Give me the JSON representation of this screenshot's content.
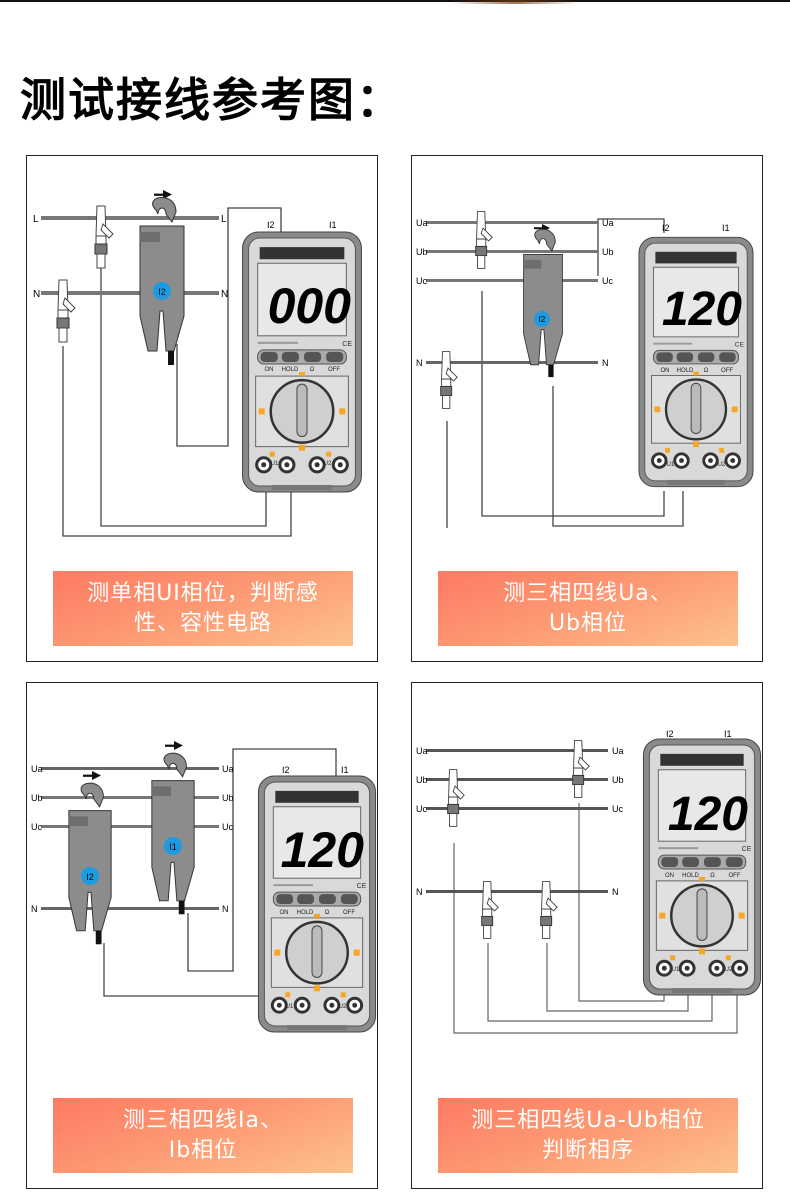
{
  "title": "测试接线参考图：",
  "panels": [
    {
      "caption": [
        "测单相UI相位，判断感",
        "性、容性电路"
      ],
      "line_labels": [
        "L",
        "N"
      ],
      "clamp_labels": [
        "I2"
      ],
      "display": "000",
      "meter_inputs": [
        "I2",
        "I1"
      ]
    },
    {
      "caption": [
        "测三相四线Ua、",
        "Ub相位"
      ],
      "line_labels": [
        "Ua",
        "Ub",
        "Uc",
        "N"
      ],
      "clamp_labels": [
        "I2"
      ],
      "display": "120",
      "meter_inputs": [
        "I2",
        "I1"
      ]
    },
    {
      "caption": [
        "测三相四线Ia、",
        "Ib相位"
      ],
      "line_labels": [
        "Ua",
        "Ub",
        "Uc",
        "N"
      ],
      "clamp_labels": [
        "I2",
        "I1"
      ],
      "display": "120",
      "meter_inputs": [
        "I2",
        "I1"
      ]
    },
    {
      "caption": [
        "测三相四线Ua-Ub相位",
        "判断相序"
      ],
      "line_labels": [
        "Ua",
        "Ub",
        "Uc",
        "N"
      ],
      "clamp_labels": [],
      "display": "120",
      "meter_inputs": [
        "I2",
        "I1"
      ]
    }
  ],
  "meter": {
    "buttons": [
      "ON",
      "HOLD",
      "Ω",
      "OFF"
    ],
    "jacks": [
      "U1",
      "U2"
    ],
    "colors": {
      "body": "#d9d9d9",
      "frame": "#8a8a8a",
      "clamp": "#8c8c8c",
      "clamp_badge": "#1e9be0",
      "accent": "#f5a623"
    }
  }
}
